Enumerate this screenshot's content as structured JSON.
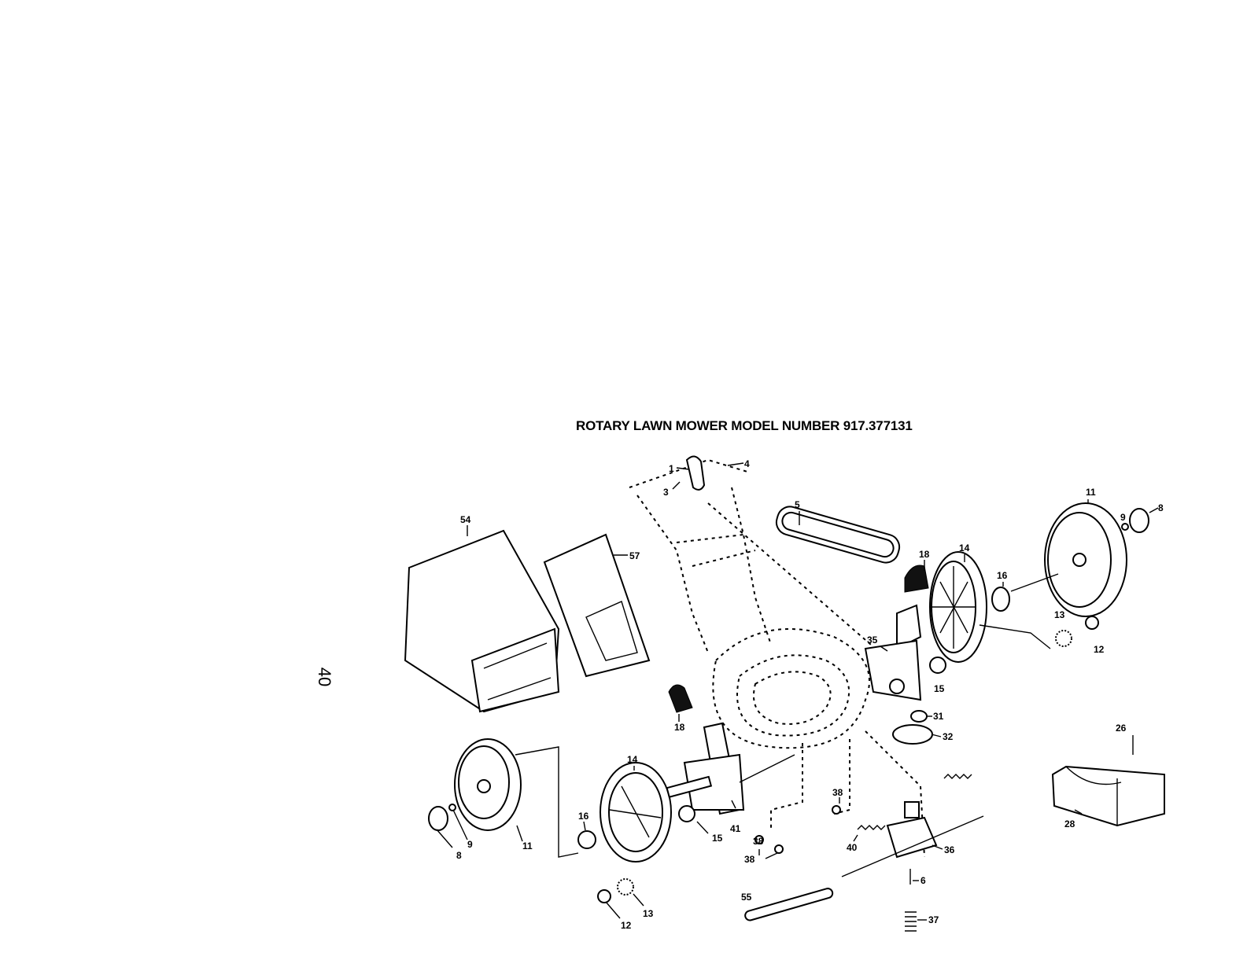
{
  "page_number": "40",
  "title": "ROTARY LAWN MOWER MODEL NUMBER 917.377131",
  "callouts": {
    "c1": "1",
    "c3": "3",
    "c4": "4",
    "c5": "5",
    "c54": "54",
    "c57": "57",
    "c11_right": "11",
    "c8_right": "8",
    "c9_right": "9",
    "c18_right": "18",
    "c14_right": "14",
    "c16_right": "16",
    "c13_right": "13",
    "c12_right": "12",
    "c35": "35",
    "c15_right": "15",
    "c31": "31",
    "c32": "32",
    "c26": "26",
    "c28": "28",
    "c18_left": "18",
    "c14_left": "14",
    "c16_left": "16",
    "c15_left": "15",
    "c41": "41",
    "c11_left": "11",
    "c9_left": "9",
    "c8_left": "8",
    "c13_left": "13",
    "c12_left": "12",
    "c38_a": "38",
    "c38_b": "38",
    "c38_c": "38",
    "c40": "40",
    "c36": "36",
    "c6": "6",
    "c37": "37",
    "c55": "55"
  }
}
